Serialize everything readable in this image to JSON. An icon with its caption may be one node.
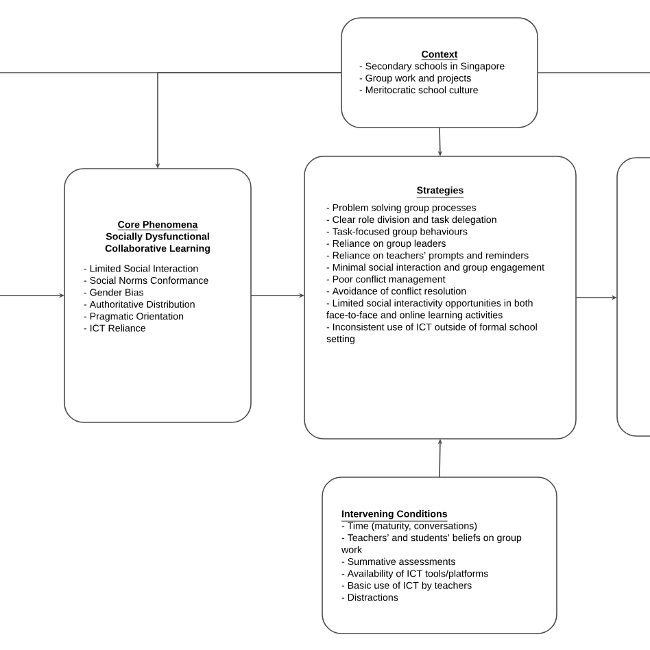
{
  "diagram": {
    "nodes": [
      {
        "text": [
          "Context",
          "- Secondary schools in Singapore",
          "- Group work and projects",
          "- Meritocratic school culture"
        ]
      },
      {
        "text": [
          "Core Phenomena",
          "Socially Dysfunctional Collaborative Learning",
          "- Limited Social Interaction",
          "- Social Norms Conformance",
          "- Gender Bias",
          "- Authoritative Distribution",
          "- Pragmatic Orientation",
          "- ICT Reliance"
        ]
      },
      {
        "text": [
          "Strategies",
          "- Problem solving group processes",
          "- Clear role division and task delegation",
          "- Task-focused group behaviours",
          "- Reliance on group leaders",
          "- Reliance on teachers’ prompts and reminders",
          "- Minimal social interaction and group engagement",
          "- Poor conflict management",
          "- Avoidance of conflict resolution",
          "- Limited social interactivity opportunities in both face-to-face and online learning activities",
          "- Inconsistent use of ICT outside of formal school setting"
        ]
      },
      {
        "text": [],
        "shape": "box"
      },
      {
        "text": [
          "Intervening Conditions",
          "- Time (maturity, conversations)",
          "- Teachers’ and students’ beliefs on group work",
          "- Summative assessments",
          "- Availability of ICT tools/platforms",
          "- Basic use of ICT by teachers",
          "- Distractions"
        ]
      }
    ],
    "edges": [
      {
        "from": null,
        "to": 1,
        "arrow": "to"
      },
      {
        "from": 0,
        "to": 1,
        "arrow": "to"
      },
      {
        "from": 0,
        "to": null,
        "arrow": "none"
      },
      {
        "from": 0,
        "to": null,
        "arrow": "none"
      },
      {
        "from": 0,
        "to": 2,
        "arrow": "to"
      },
      {
        "from": 1,
        "to": 2,
        "arrow": "to"
      },
      {
        "from": 4,
        "to": 2,
        "arrow": "to"
      },
      {
        "from": 2,
        "to": 3,
        "arrow": "to"
      }
    ]
  }
}
